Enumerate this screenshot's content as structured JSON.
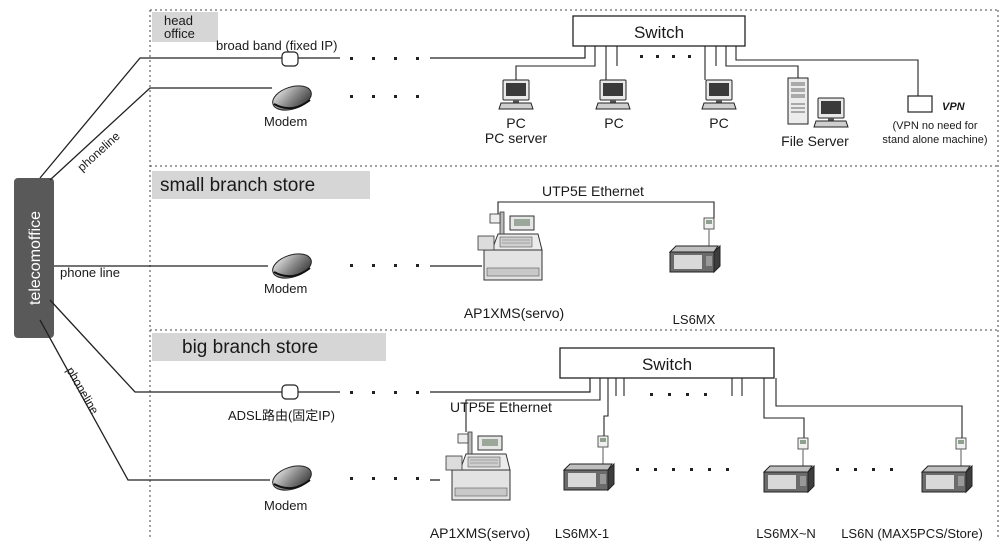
{
  "telecom": {
    "label": "telecomoffice"
  },
  "links": {
    "phoneline_1": "phoneline",
    "phoneline_2": "phone line",
    "phoneline_3": "phoneline",
    "broadband": "broad band (fixed IP)",
    "adsl": "ADSL路由(固定IP)"
  },
  "head_office": {
    "title_line1": "head",
    "title_line2": "office",
    "switch_label": "Switch",
    "modem_label": "Modem",
    "pc1_label1": "PC",
    "pc1_label2": "PC server",
    "pc2_label": "PC",
    "pc3_label": "PC",
    "file_server_label": "File Server",
    "vpn_label": "VPN",
    "vpn_note1": "(VPN no need for",
    "vpn_note2": "stand alone machine)"
  },
  "small_branch": {
    "title": "small branch store",
    "ethernet_label": "UTP5E Ethernet",
    "modem_label": "Modem",
    "pos_label": "AP1XMS(servo)",
    "scale_label": "LS6MX"
  },
  "big_branch": {
    "title": "big branch store",
    "switch_label": "Switch",
    "ethernet_label": "UTP5E Ethernet",
    "modem_label": "Modem",
    "pos_label": "AP1XMS(servo)",
    "scale1_label": "LS6MX-1",
    "scale2_label": "LS6MX~N",
    "scale3_label": "LS6N (MAX5PCS/Store)"
  }
}
